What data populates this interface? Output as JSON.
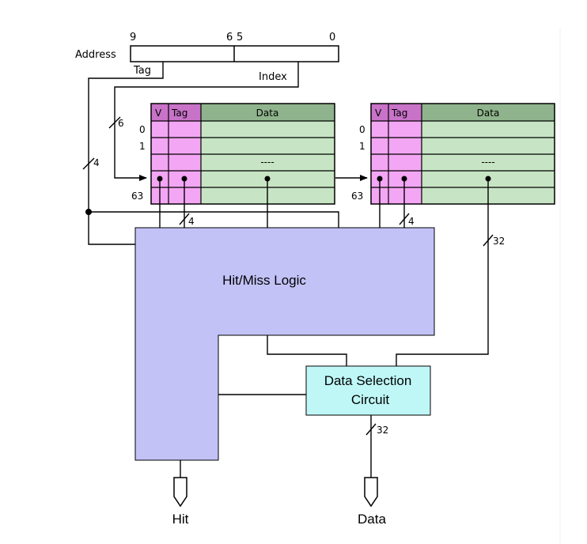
{
  "address": {
    "label": "Address",
    "bit_9": "9",
    "bit_6": "6",
    "bit_5": "5",
    "bit_0": "0",
    "tag_field": "Tag",
    "index_field": "Index"
  },
  "bus_widths": {
    "tag_bus": "4",
    "index_bus": "6",
    "way1_tag_out": "4",
    "way2_tag_out": "4",
    "way2_data_out": "32",
    "data_out": "32"
  },
  "cache_way_1": {
    "header_v": "V",
    "header_tag": "Tag",
    "header_data": "Data",
    "row_0": "0",
    "row_1": "1",
    "row_63": "63",
    "ellipsis": "----"
  },
  "cache_way_2": {
    "header_v": "V",
    "header_tag": "Tag",
    "header_data": "Data",
    "row_0": "0",
    "row_1": "1",
    "row_63": "63",
    "ellipsis": "----"
  },
  "hit_miss_logic": {
    "label": "Hit/Miss Logic"
  },
  "data_selection": {
    "line1": "Data Selection",
    "line2": "Circuit"
  },
  "outputs": {
    "hit": "Hit",
    "data": "Data"
  },
  "colors": {
    "valid_tag_fill": "#f3a6f3",
    "header_valid_tag_fill": "#c873c8",
    "data_fill": "#c7e5c4",
    "header_data_fill": "#8fb48d",
    "logic_fill": "#c2c2f7",
    "selection_fill": "#bff7f7"
  }
}
